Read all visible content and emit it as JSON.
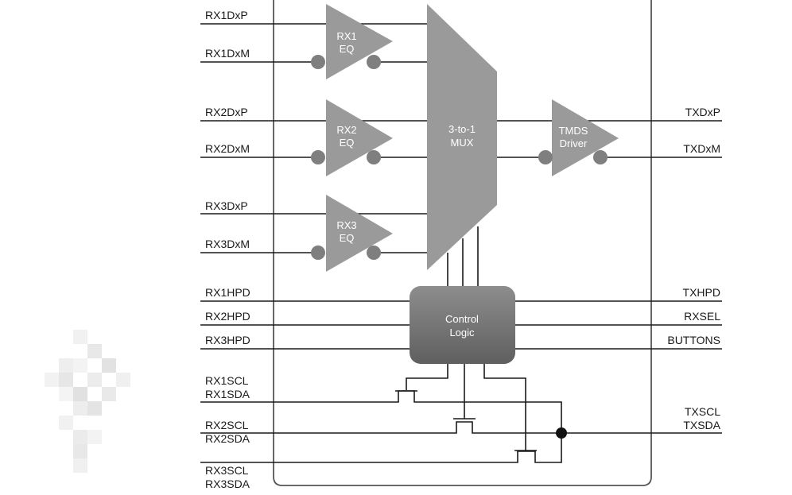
{
  "inputs": {
    "rx1_p": "RX1DxP",
    "rx1_m": "RX1DxM",
    "rx2_p": "RX2DxP",
    "rx2_m": "RX2DxM",
    "rx3_p": "RX3DxP",
    "rx3_m": "RX3DxM",
    "rx1_hpd": "RX1HPD",
    "rx2_hpd": "RX2HPD",
    "rx3_hpd": "RX3HPD",
    "rx1_scl": "RX1SCL",
    "rx1_sda": "RX1SDA",
    "rx2_scl": "RX2SCL",
    "rx2_sda": "RX2SDA",
    "rx3_scl": "RX3SCL",
    "rx3_sda": "RX3SDA"
  },
  "outputs": {
    "tx_p": "TXDxP",
    "tx_m": "TXDxM",
    "tx_hpd": "TXHPD",
    "rx_sel": "RXSEL",
    "buttons": "BUTTONS",
    "tx_scl": "TXSCL",
    "tx_sda": "TXSDA"
  },
  "blocks": {
    "eq1": [
      "RX1",
      "EQ"
    ],
    "eq2": [
      "RX2",
      "EQ"
    ],
    "eq3": [
      "RX3",
      "EQ"
    ],
    "mux": [
      "3-to-1",
      "MUX"
    ],
    "driver": [
      "TMDS",
      "Driver"
    ],
    "control": [
      "Control",
      "Logic"
    ]
  },
  "colors": {
    "block_gray": "#9a9a9a",
    "bubble_gray": "#7f7f7f",
    "control_dark": "#6e6e6e",
    "wire": "#1a1a1a",
    "pixelated_artifact": "#e6e6e6"
  }
}
